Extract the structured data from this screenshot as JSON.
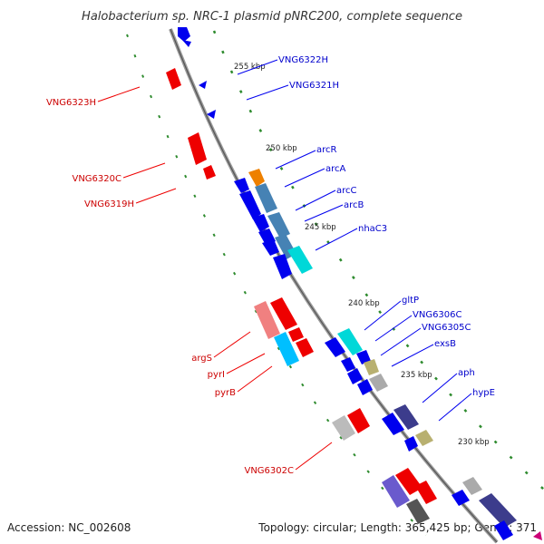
{
  "title": "Halobacterium sp. NRC-1 plasmid pNRC200, complete sequence",
  "accession": "Accession: NC_002608",
  "topology": "Topology: circular; Length: 365,425 bp; Genes: 371",
  "colors": {
    "forward": "#0000ff",
    "reverse": "#ff0000",
    "backbone": "#777777",
    "tick": "#2e8b2e"
  },
  "ruler": [
    {
      "label": "255 kbp"
    },
    {
      "label": "250 kbp"
    },
    {
      "label": "245 kbp"
    },
    {
      "label": "240 kbp"
    },
    {
      "label": "235 kbp"
    },
    {
      "label": "230 kbp"
    }
  ],
  "genes_right": [
    {
      "name": "VNG6322H"
    },
    {
      "name": "VNG6321H"
    },
    {
      "name": "arcR"
    },
    {
      "name": "arcA"
    },
    {
      "name": "arcC"
    },
    {
      "name": "arcB"
    },
    {
      "name": "nhaC3"
    },
    {
      "name": "gltP"
    },
    {
      "name": "VNG6306C"
    },
    {
      "name": "VNG6305C"
    },
    {
      "name": "exsB"
    },
    {
      "name": "aph"
    },
    {
      "name": "hypE"
    }
  ],
  "genes_left": [
    {
      "name": "VNG6323H"
    },
    {
      "name": "VNG6320C"
    },
    {
      "name": "VNG6319H"
    },
    {
      "name": "argS"
    },
    {
      "name": "pyrI"
    },
    {
      "name": "pyrB"
    },
    {
      "name": "VNG6302C"
    }
  ]
}
